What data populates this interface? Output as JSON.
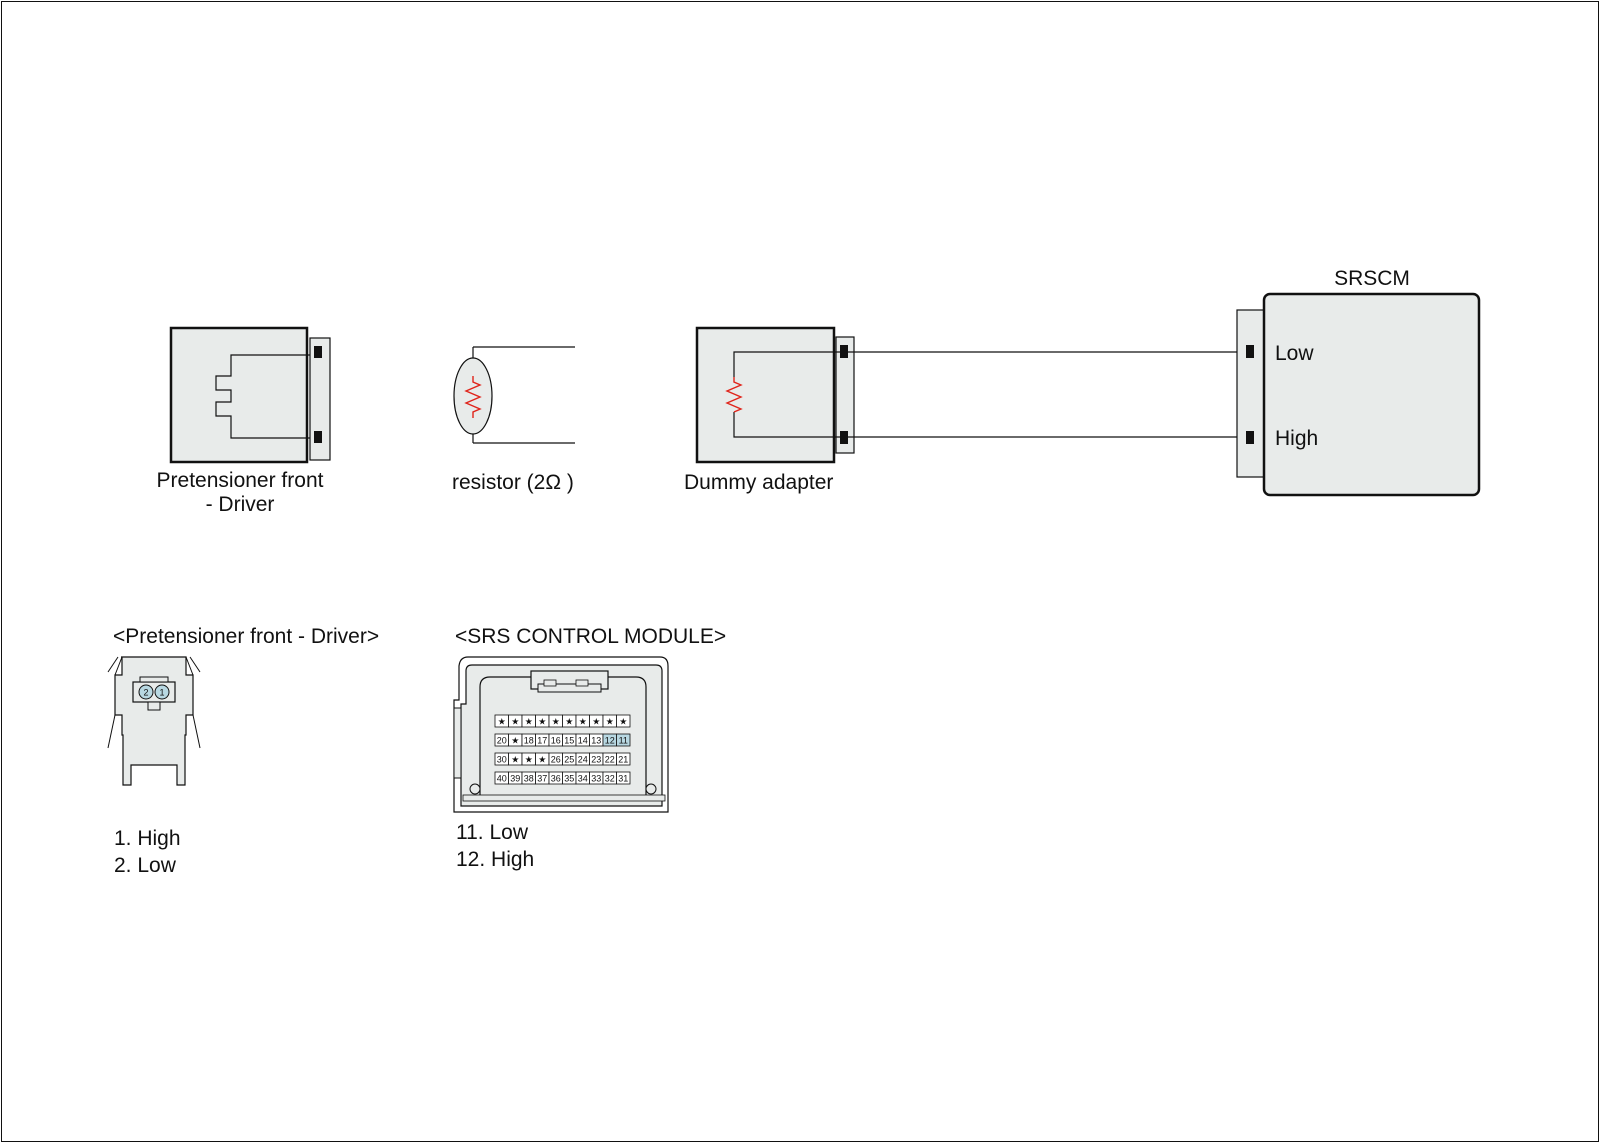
{
  "colors": {
    "component_fill": "#e8ebea",
    "resistor": "#e0241b",
    "terminal_highlight": "#b8d8e2",
    "line": "#111111"
  },
  "labels": {
    "pretensioner": "Pretensioner front",
    "pretensioner_line2": "- Driver",
    "resistor": "resistor (2Ω )",
    "dummy_adapter": "Dummy adapter",
    "srscm": "SRSCM",
    "srscm_low": "Low",
    "srscm_high": "High"
  },
  "connector_views": {
    "pretensioner": {
      "title": "<Pretensioner front - Driver>",
      "pins": [
        "2",
        "1"
      ],
      "highlighted_pins": [
        "1",
        "2"
      ],
      "legend": [
        "1. High",
        "2. Low"
      ]
    },
    "srs_module": {
      "title": "<SRS CONTROL MODULE>",
      "pin_rows": [
        [
          "★",
          "★",
          "★",
          "★",
          "★",
          "★",
          "★",
          "★",
          "★",
          "★"
        ],
        [
          "20",
          "★",
          "18",
          "17",
          "16",
          "15",
          "14",
          "13",
          "12",
          "11"
        ],
        [
          "30",
          "★",
          "★",
          "★",
          "26",
          "25",
          "24",
          "23",
          "22",
          "21"
        ],
        [
          "40",
          "39",
          "38",
          "37",
          "36",
          "35",
          "34",
          "33",
          "32",
          "31"
        ]
      ],
      "highlighted_pins": [
        "11",
        "12"
      ],
      "legend": [
        "11. Low",
        "12. High"
      ]
    }
  }
}
